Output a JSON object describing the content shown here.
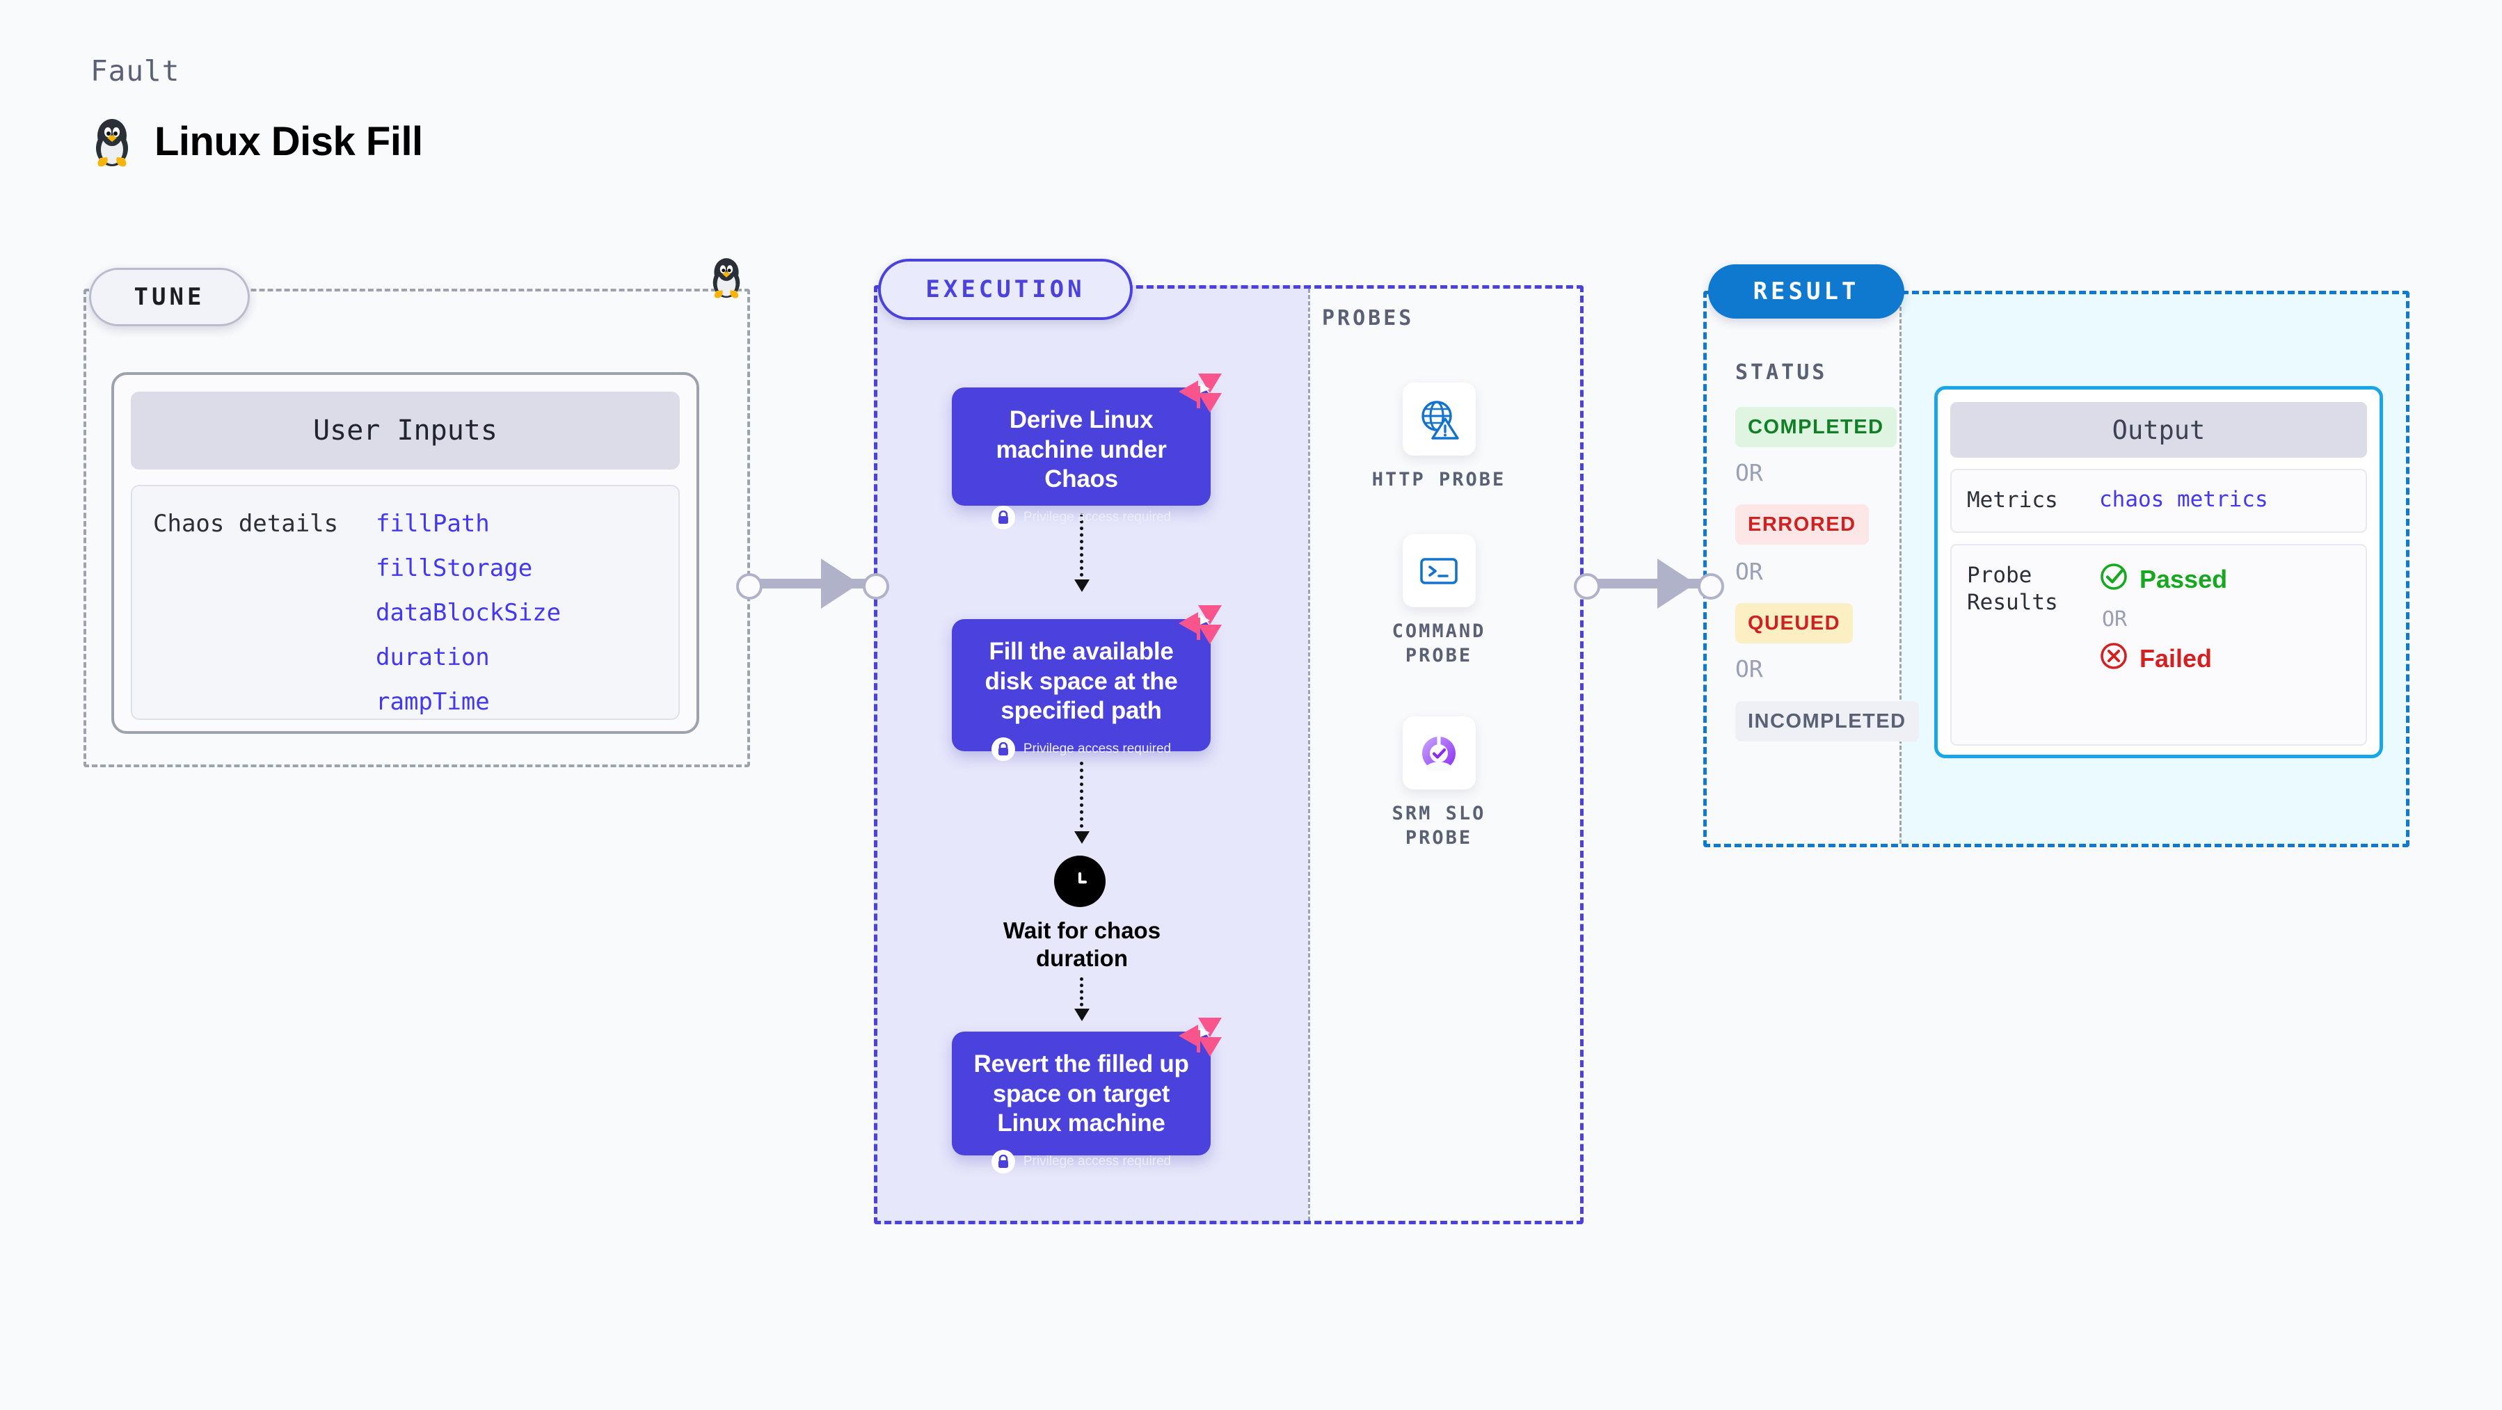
{
  "header": {
    "eyebrow": "Fault",
    "title": "Linux Disk Fill",
    "icon": "linux-penguin-icon"
  },
  "stages": {
    "tune": "TUNE",
    "execution": "EXECUTION",
    "probes": "PROBES",
    "result": "RESULT",
    "status": "STATUS"
  },
  "tune": {
    "card_title": "User Inputs",
    "group_label": "Chaos details",
    "params": [
      "fillPath",
      "fillStorage",
      "dataBlockSize",
      "duration",
      "rampTime"
    ]
  },
  "execution": {
    "privilege_note": "Privilege access required",
    "steps": [
      {
        "title": "Derive Linux machine under Chaos",
        "privileged": true,
        "badge": "litmus-logo-icon"
      },
      {
        "title": "Fill the available disk space at the specified path",
        "privileged": true,
        "badge": "litmus-logo-icon"
      },
      {
        "title": "Revert the filled up space on target Linux machine",
        "privileged": true,
        "badge": "litmus-logo-icon"
      }
    ],
    "wait_node": {
      "label": "Wait for chaos duration",
      "icon": "clock-icon"
    }
  },
  "probes": [
    {
      "name": "HTTP  PROBE",
      "icon": "globe-warning-icon"
    },
    {
      "name": "COMMAND PROBE",
      "icon": "terminal-icon"
    },
    {
      "name": "SRM SLO PROBE",
      "icon": "slo-check-icon"
    }
  ],
  "result": {
    "status_options": [
      {
        "label": "COMPLETED",
        "bg": "#DFF5E1",
        "fg": "#118024"
      },
      {
        "label": "ERRORED",
        "bg": "#FDE6E6",
        "fg": "#CF2121"
      },
      {
        "label": "QUEUED",
        "bg": "#FCEFC4",
        "fg": "#CF2121"
      },
      {
        "label": "INCOMPLETED",
        "bg": "#EFF0F6",
        "fg": "#5A6175"
      }
    ],
    "or_separator": "OR",
    "output": {
      "title": "Output",
      "rows": [
        {
          "key": "Metrics",
          "value": "chaos metrics",
          "kind": "link"
        },
        {
          "key": "Probe Results",
          "pass": "Passed",
          "fail": "Failed",
          "or": "OR"
        }
      ]
    }
  },
  "colors": {
    "canvas": "#F8FAFC",
    "execution_accent": "#4B42DD",
    "execution_fill": "#E6E7FB",
    "result_accent": "#0F79D0",
    "output_accent": "#19A6E8",
    "output_fill": "#EBFAFE",
    "tune_accent": "#9CA3AF",
    "param_link": "#4338F0",
    "litmus_pink": "#F9558C"
  }
}
